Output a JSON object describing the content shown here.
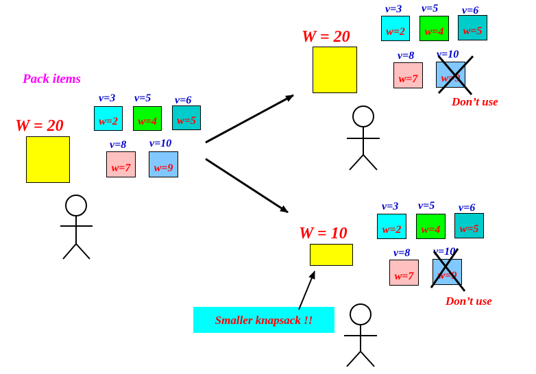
{
  "title": "Pack items",
  "scenes": {
    "initial": {
      "capacity_label": "W = 20"
    },
    "top": {
      "capacity_label": "W = 20",
      "note": "Don’t use"
    },
    "bottom": {
      "capacity_label": "W = 10",
      "note": "Don’t use"
    }
  },
  "items": [
    {
      "value_label": "v=3",
      "weight_label": "w=2",
      "color": "#00ffff"
    },
    {
      "value_label": "v=5",
      "weight_label": "w=4",
      "color": "#00ff00"
    },
    {
      "value_label": "v=6",
      "weight_label": "w=5",
      "color": "#00cccc"
    },
    {
      "value_label": "v=8",
      "weight_label": "w=7",
      "color": "#ffc0c0"
    },
    {
      "value_label": "v=10",
      "weight_label": "w=9",
      "color": "#80c8ff"
    }
  ],
  "callout": "Smaller knapsack !!",
  "colors": {
    "knapsack": "#ffff00",
    "capacity_text": "#ff0000",
    "value_text": "#0000cc",
    "title": "#ff00ff",
    "callout_bg": "#00ffff"
  }
}
